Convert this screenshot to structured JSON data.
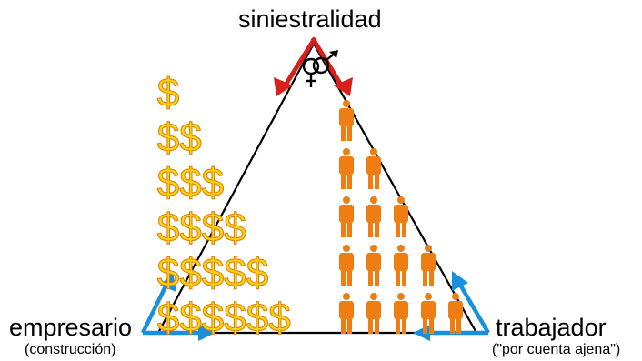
{
  "labels": {
    "top": "siniestralidad",
    "left": "empresario",
    "left_sub": "(construcción)",
    "right": "trabajador",
    "right_sub": "(\"por cuenta ajena\")"
  },
  "money_symbol": "$",
  "money_columns": [
    6,
    5,
    4,
    3,
    2,
    1
  ],
  "worker_columns": [
    5,
    4,
    3,
    2,
    1
  ],
  "icons": {
    "gender": "gender-symbols-icon",
    "money": "dollar-sign-icon",
    "worker": "person-icon"
  },
  "colors": {
    "triangle_outline": "#000000",
    "top_arrows": "#d9201c",
    "corner_arrows": "#1a8fdc",
    "dollar_fill": "#f7d21a",
    "dollar_stroke": "#e07d00",
    "worker_fill": "#ee7d12",
    "text": "#000000"
  }
}
